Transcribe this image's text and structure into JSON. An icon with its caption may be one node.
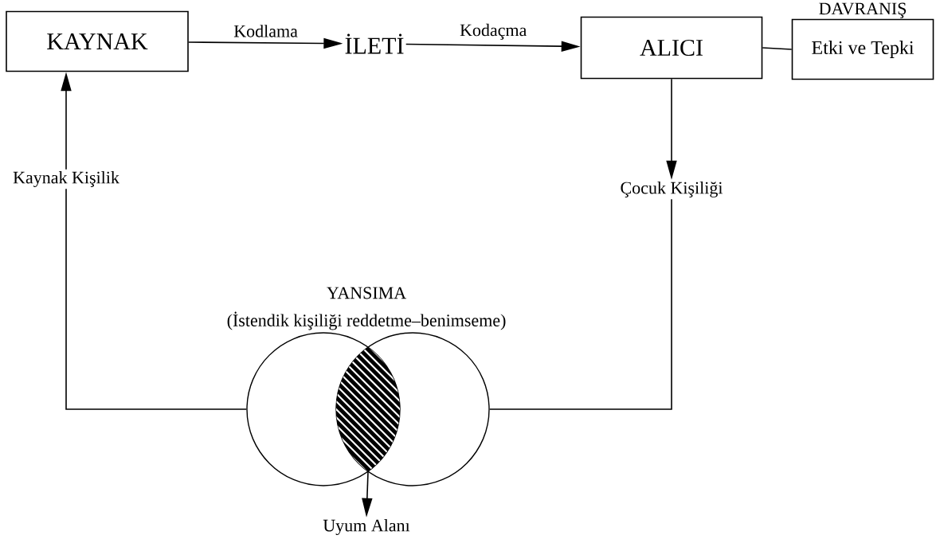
{
  "diagram": {
    "nodes": [
      {
        "text": [
          "KAYNAK"
        ]
      },
      {
        "text": [
          "İLETİ"
        ]
      },
      {
        "text": [
          "ALICI"
        ]
      },
      {
        "text": [
          "DAVRANIŞ",
          "Etki ve Tepki"
        ]
      },
      {
        "text": [
          "Kaynak Kişilik"
        ]
      },
      {
        "text": [
          "Çocuk Kişiliği"
        ]
      },
      {
        "text": [],
        "shape": "circle"
      },
      {
        "text": [],
        "shape": "circle"
      },
      {
        "text": [],
        "shape": "lens"
      },
      {
        "text": [
          "Uyum Alanı"
        ]
      }
    ],
    "edges": [
      {
        "from": 0,
        "to": 1,
        "arrow": "to",
        "label": "Kodlama"
      },
      {
        "from": 1,
        "to": 2,
        "arrow": "to",
        "label": "Kodaçma"
      },
      {
        "from": 2,
        "to": 3,
        "arrow": "none"
      },
      {
        "from": 2,
        "to": 5,
        "arrow": "to"
      },
      {
        "from": 5,
        "to": 7,
        "arrow": "none"
      },
      {
        "from": 6,
        "to": 4,
        "arrow": "none"
      },
      {
        "from": 4,
        "to": 0,
        "arrow": "to"
      },
      {
        "from": 8,
        "to": 9,
        "arrow": "to"
      }
    ],
    "labels": [
      "YANSIMA",
      "(İstendik kişiliği reddetme–benimseme)"
    ]
  }
}
